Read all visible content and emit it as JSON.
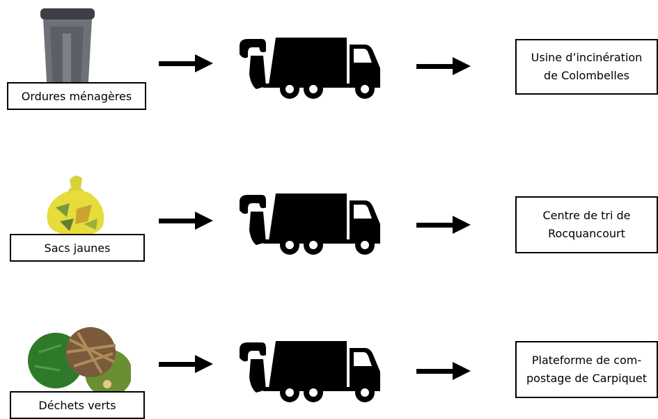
{
  "rows": [
    {
      "source_label": "Ordures ménagères",
      "source_icon": "grey-wheelie-bin",
      "vehicle_icon": "garbage-truck-icon",
      "destination": {
        "line1": "Usine d’incinération",
        "line2": "de Colombelles"
      }
    },
    {
      "source_label": "Sacs jaunes",
      "source_icon": "yellow-recycling-bag",
      "vehicle_icon": "garbage-truck-icon",
      "destination": {
        "line1": "Centre de tri de",
        "line2": "Rocquancourt"
      }
    },
    {
      "source_label": "Déchets verts",
      "source_icon": "green-waste-pile",
      "vehicle_icon": "garbage-truck-icon",
      "destination": {
        "line1": "Plateforme de com-",
        "line2": "postage de Carpiquet"
      }
    }
  ]
}
